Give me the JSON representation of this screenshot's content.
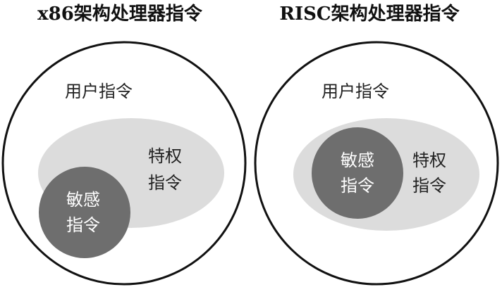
{
  "colors": {
    "outline": "#111111",
    "privileged_fill": "#dcdcdc",
    "sensitive_fill": "#6e6e6e",
    "text_dark": "#222222",
    "text_light": "#ffffff"
  },
  "left": {
    "title": "x86架构处理器指令",
    "user_label": "用户指令",
    "privileged_line1": "特权",
    "privileged_line2": "指令",
    "sensitive_line1": "敏感",
    "sensitive_line2": "指令"
  },
  "right": {
    "title": "RISC架构处理器指令",
    "user_label": "用户指令",
    "privileged_line1": "特权",
    "privileged_line2": "指令",
    "sensitive_line1": "敏感",
    "sensitive_line2": "指令"
  }
}
